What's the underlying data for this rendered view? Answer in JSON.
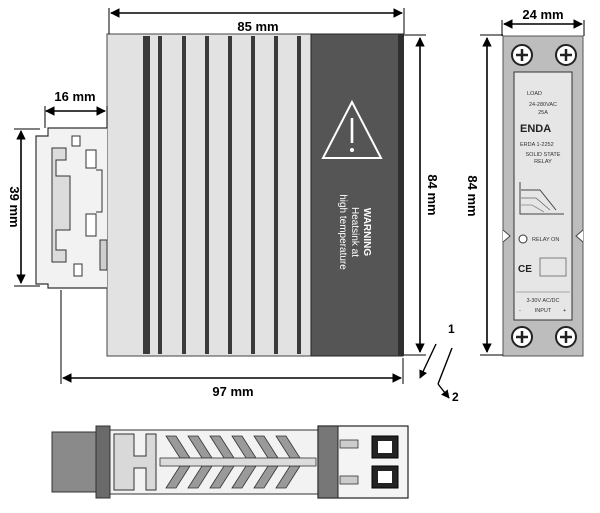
{
  "dimensions": {
    "width_top": "85 mm",
    "width_total": "97 mm",
    "depth_rail": "16 mm",
    "height_rail": "39 mm",
    "height_main": "84 mm",
    "height_front": "84 mm",
    "width_front": "24 mm"
  },
  "warning": {
    "line1": "WARNING",
    "line2": "Heatsink at",
    "line3": "high temperature"
  },
  "front_panel": {
    "load_label": "LOAD",
    "voltage": "24-280VAC",
    "current": "25A",
    "brand": "ENDA",
    "model": "ERDA 1-2252",
    "type1": "SOLID STATE",
    "type2": "RELAY",
    "led": "RELAY ON",
    "ce": "CE",
    "input_range": "3-30V AC/DC",
    "input_label": "INPUT",
    "minus": "-",
    "plus": "+"
  },
  "mounting": {
    "step1": "1",
    "step2": "2"
  },
  "colors": {
    "warning_panel": "#555555",
    "heatsink": "#e2e2e2",
    "front_face": "#e6e6e6"
  }
}
